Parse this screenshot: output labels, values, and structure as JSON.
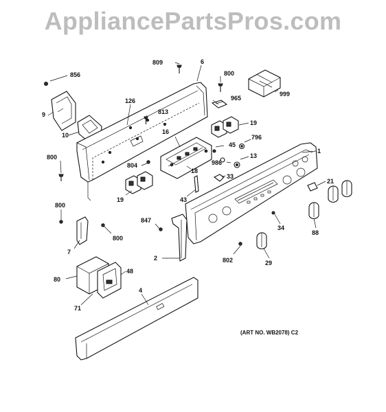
{
  "watermark": "AppliancePartsPros.com",
  "art_note": "(ART NO. WB2078) C2",
  "callouts": {
    "c856": "856",
    "c809": "809",
    "c6": "6",
    "c800a": "800",
    "c999": "999",
    "c965": "965",
    "c9": "9",
    "c126": "126",
    "c813": "813",
    "c19a": "19",
    "c10": "10",
    "c16": "16",
    "c796": "796",
    "c45": "45",
    "c1": "1",
    "c800b": "800",
    "c804": "804",
    "c986": "986",
    "c13": "13",
    "c18": "18",
    "c33": "33",
    "c21": "21",
    "c19b": "19",
    "c43": "43",
    "c800c": "800",
    "c847": "847",
    "c34": "34",
    "c88": "88",
    "c800d": "800",
    "c7": "7",
    "c2": "2",
    "c802": "802",
    "c29": "29",
    "c80": "80",
    "c48": "48",
    "c4": "4",
    "c71": "71"
  }
}
